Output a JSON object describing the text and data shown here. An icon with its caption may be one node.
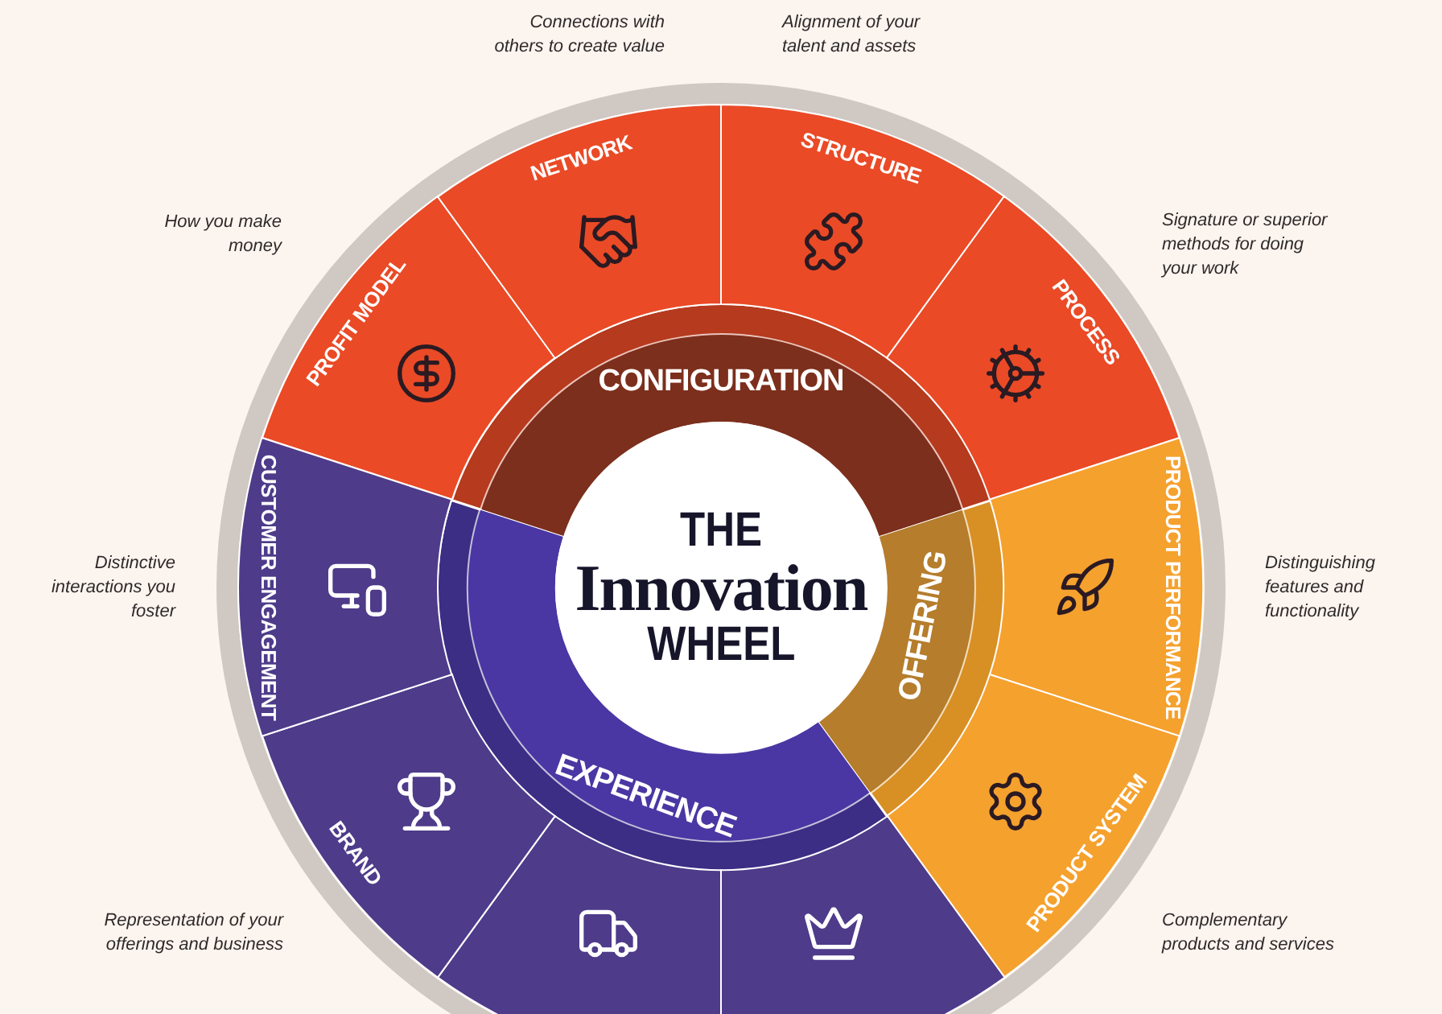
{
  "diagram": {
    "nodes": [
      {
        "text": [
          "THE",
          "Innovation",
          "WHEEL"
        ]
      },
      {
        "text": [
          "CONFIGURATION"
        ]
      },
      {
        "text": [
          "OFFERING"
        ]
      },
      {
        "text": [
          "EXPERIENCE"
        ]
      },
      {
        "text": [
          "PROFIT MODEL"
        ],
        "beside": [
          "How you make money"
        ]
      },
      {
        "text": [
          "NETWORK"
        ],
        "beside": [
          "Connections with others to create value"
        ]
      },
      {
        "text": [
          "STRUCTURE"
        ],
        "beside": [
          "Alignment of your talent and assets"
        ]
      },
      {
        "text": [
          "PROCESS"
        ],
        "beside": [
          "Signature or superior methods for doing your work"
        ]
      },
      {
        "text": [
          "PRODUCT PERFORMANCE"
        ],
        "beside": [
          "Distinguishing features and functionality"
        ]
      },
      {
        "text": [
          "PRODUCT SYSTEM"
        ],
        "beside": [
          "Complementary products and services"
        ]
      },
      {
        "text": [],
        "shape": "sector"
      },
      {
        "text": [],
        "shape": "sector"
      },
      {
        "text": [
          "BRAND"
        ],
        "beside": [
          "Representation of your offerings and business"
        ]
      },
      {
        "text": [
          "CUSTOMER ENGAGEMENT"
        ],
        "beside": [
          "Distinctive interactions you foster"
        ]
      }
    ]
  }
}
